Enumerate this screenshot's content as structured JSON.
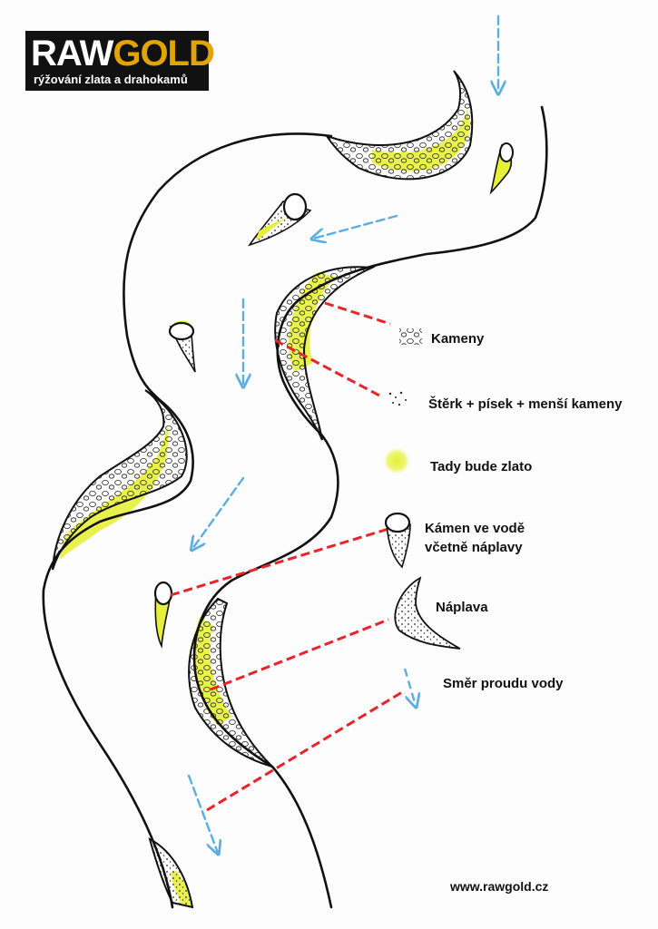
{
  "logo": {
    "word_raw": "RAW",
    "word_gold": "GOLD",
    "tagline": "rýžování zlata a drahokamů"
  },
  "legend": {
    "stones": "Kameny",
    "gravel": "Štěrk + písek + menší kameny",
    "gold": "Tady bude zlato",
    "boulder_line1": "Kámen ve vodě",
    "boulder_line2": "včetně náplavy",
    "sediment": "Náplava",
    "flow": "Směr proudu vody"
  },
  "website": "www.rawgold.cz",
  "colors": {
    "gold": "#e6f03a",
    "flow_arrow": "#5aaee0",
    "pointer": "#e8242a",
    "ink": "#111111",
    "logo_gold": "#e2a400"
  }
}
